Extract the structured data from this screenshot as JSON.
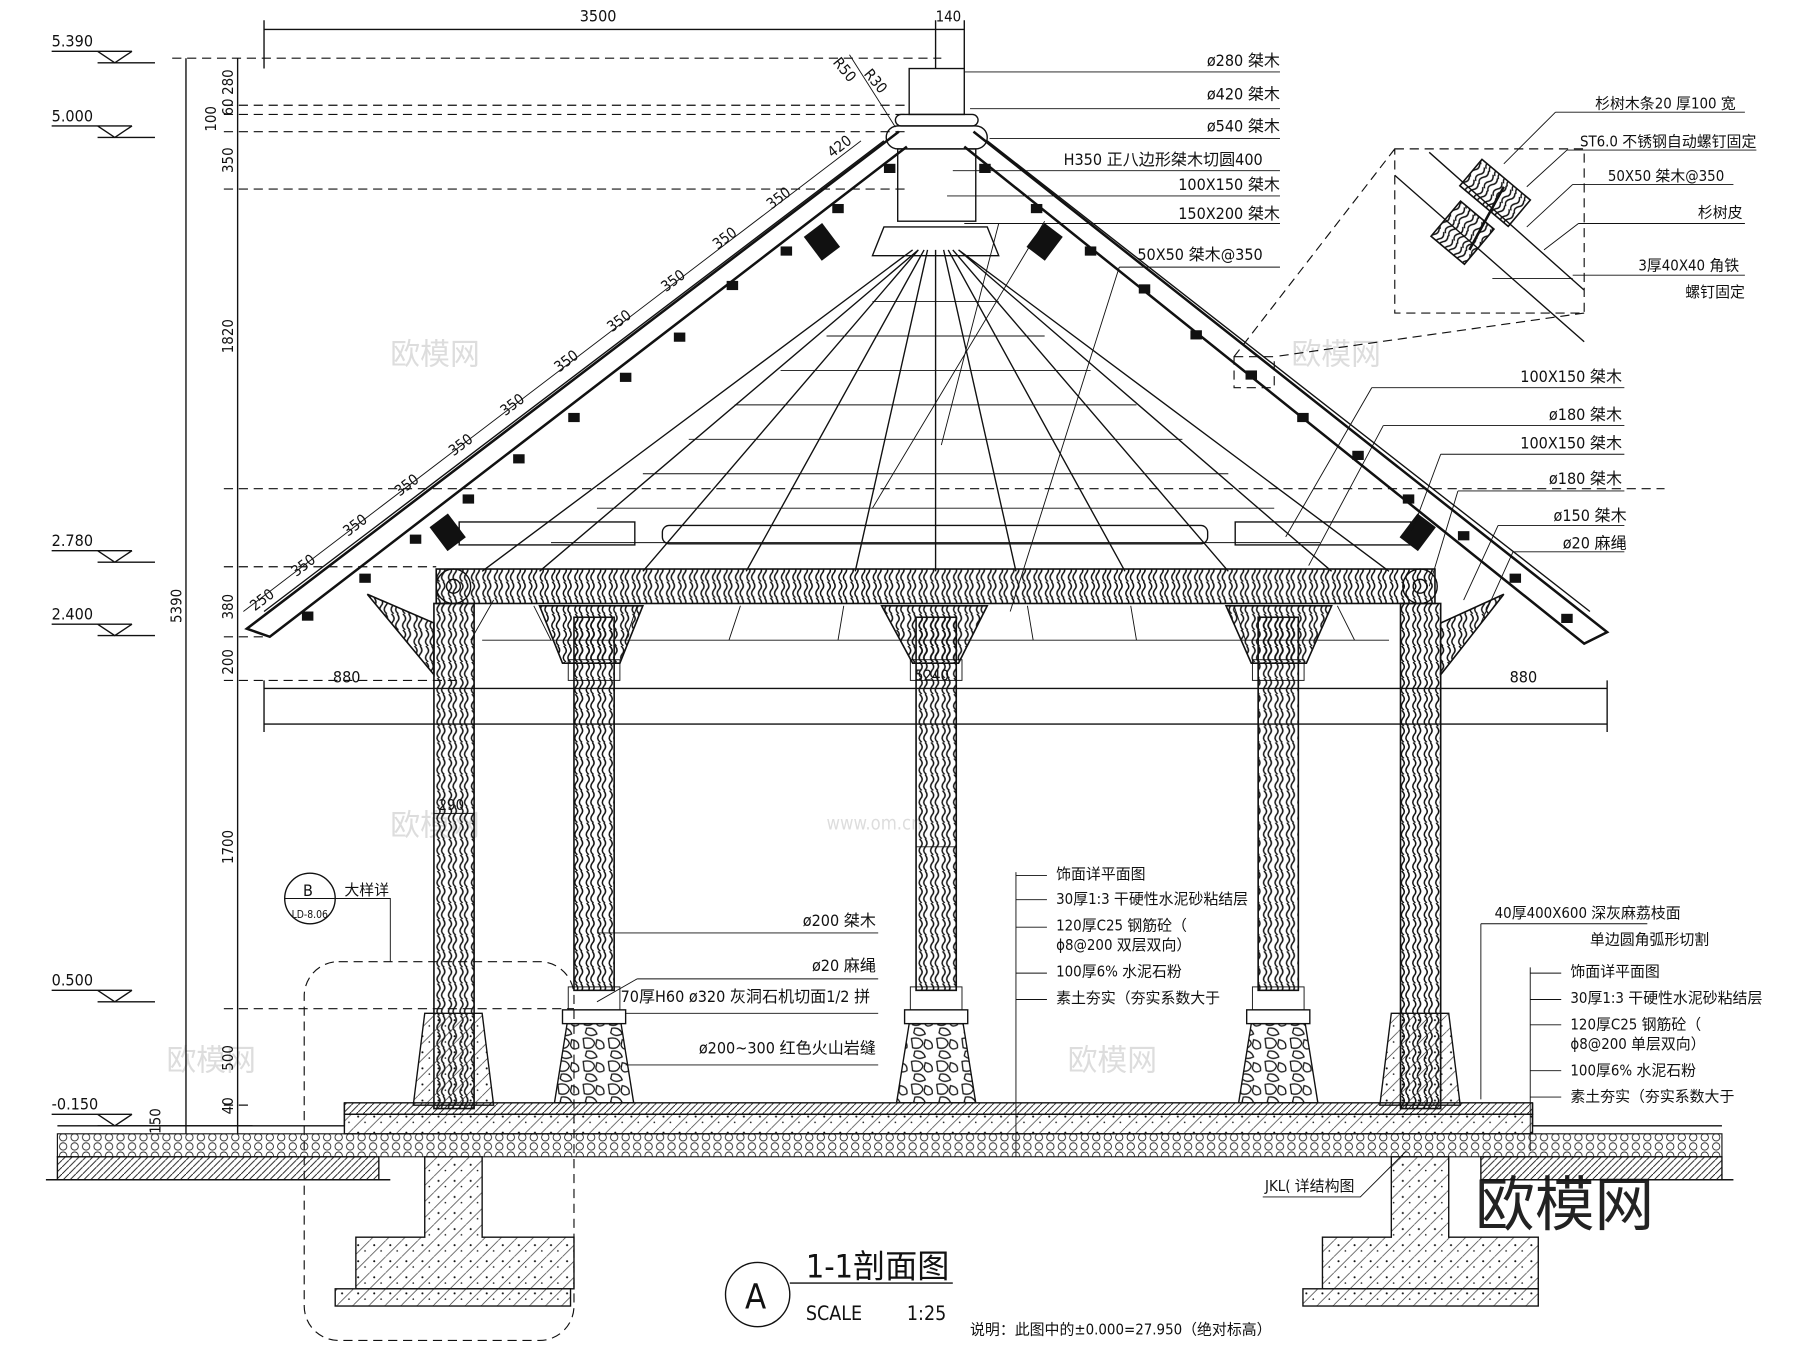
{
  "title": "1-1剖面图",
  "section_marker": "A",
  "scale_label": "SCALE",
  "scale_value": "1:25",
  "note": "说明：此图中的±0.000=27.950（绝对标高）",
  "watermark": "欧模网",
  "watermark_url": "www.om.cn",
  "elevations": [
    "5.390",
    "5.000",
    "2.780",
    "2.400",
    "0.500",
    "-0.150"
  ],
  "top_dims": {
    "span": "3500",
    "post": "140",
    "r50": "R50",
    "r30": "R30",
    "d420": "420"
  },
  "vertical_dims": {
    "total": "5390",
    "d280": "280",
    "d60": "60",
    "d100": "100",
    "d350": "350",
    "d1820": "1820",
    "d380": "380",
    "d200": "200",
    "d1700": "1700",
    "d500": "500",
    "d40": "40",
    "d150": "150"
  },
  "roof_dims": [
    "250",
    "350",
    "350",
    "350",
    "350",
    "350",
    "350",
    "350",
    "350",
    "350",
    "350"
  ],
  "eave_dims": {
    "left": "880",
    "right": "880",
    "center": "5240",
    "col": "290"
  },
  "right_labels_top": [
    "ø280 桀木",
    "ø420 桀木",
    "ø540 桀木",
    "H350 正八边形桀木切圆400",
    "100X150 桀木",
    "150X200 桀木",
    "50X50 桀木@350"
  ],
  "detail_labels": [
    "杉树木条20 厚100 宽",
    "ST6.0 不锈钢自动螺钉固定",
    "50X50 桀木@350",
    "杉树皮",
    "3厚40X40 角铁",
    "螺钉固定"
  ],
  "right_labels_mid": [
    "100X150 桀木",
    "ø180 桀木",
    "100X150 桀木",
    "ø180 桀木",
    "ø150 桀木",
    "ø20 麻绳"
  ],
  "column_labels": [
    "ø200 桀木",
    "ø20 麻绳",
    "70厚H60 ø320 灰洞石机切面1/2 拼",
    "ø200~300 红色火山岩缝"
  ],
  "floor_labels_center": [
    "饰面详平面图",
    "30厚1:3 干硬性水泥砂粘结层",
    "120厚C25 钢筋砼（",
    "ϕ8@200 双层双向）",
    "100厚6% 水泥石粉",
    "素土夯实（夯实系数大于"
  ],
  "paving_labels": [
    "40厚400X600 深灰麻荔枝面",
    "单边圆角弧形切割"
  ],
  "floor_labels_right": [
    "饰面详平面图",
    "30厚1:3 干硬性水泥砂粘结层",
    "120厚C25 钢筋砼（",
    "ϕ8@200 单层双向）",
    "100厚6% 水泥石粉",
    "素土夯实（夯实系数大于"
  ],
  "detail_callout": {
    "letter": "B",
    "ref": "LD-8.06",
    "label": "大样详"
  },
  "foundation_label": "JKL( 详结构图"
}
